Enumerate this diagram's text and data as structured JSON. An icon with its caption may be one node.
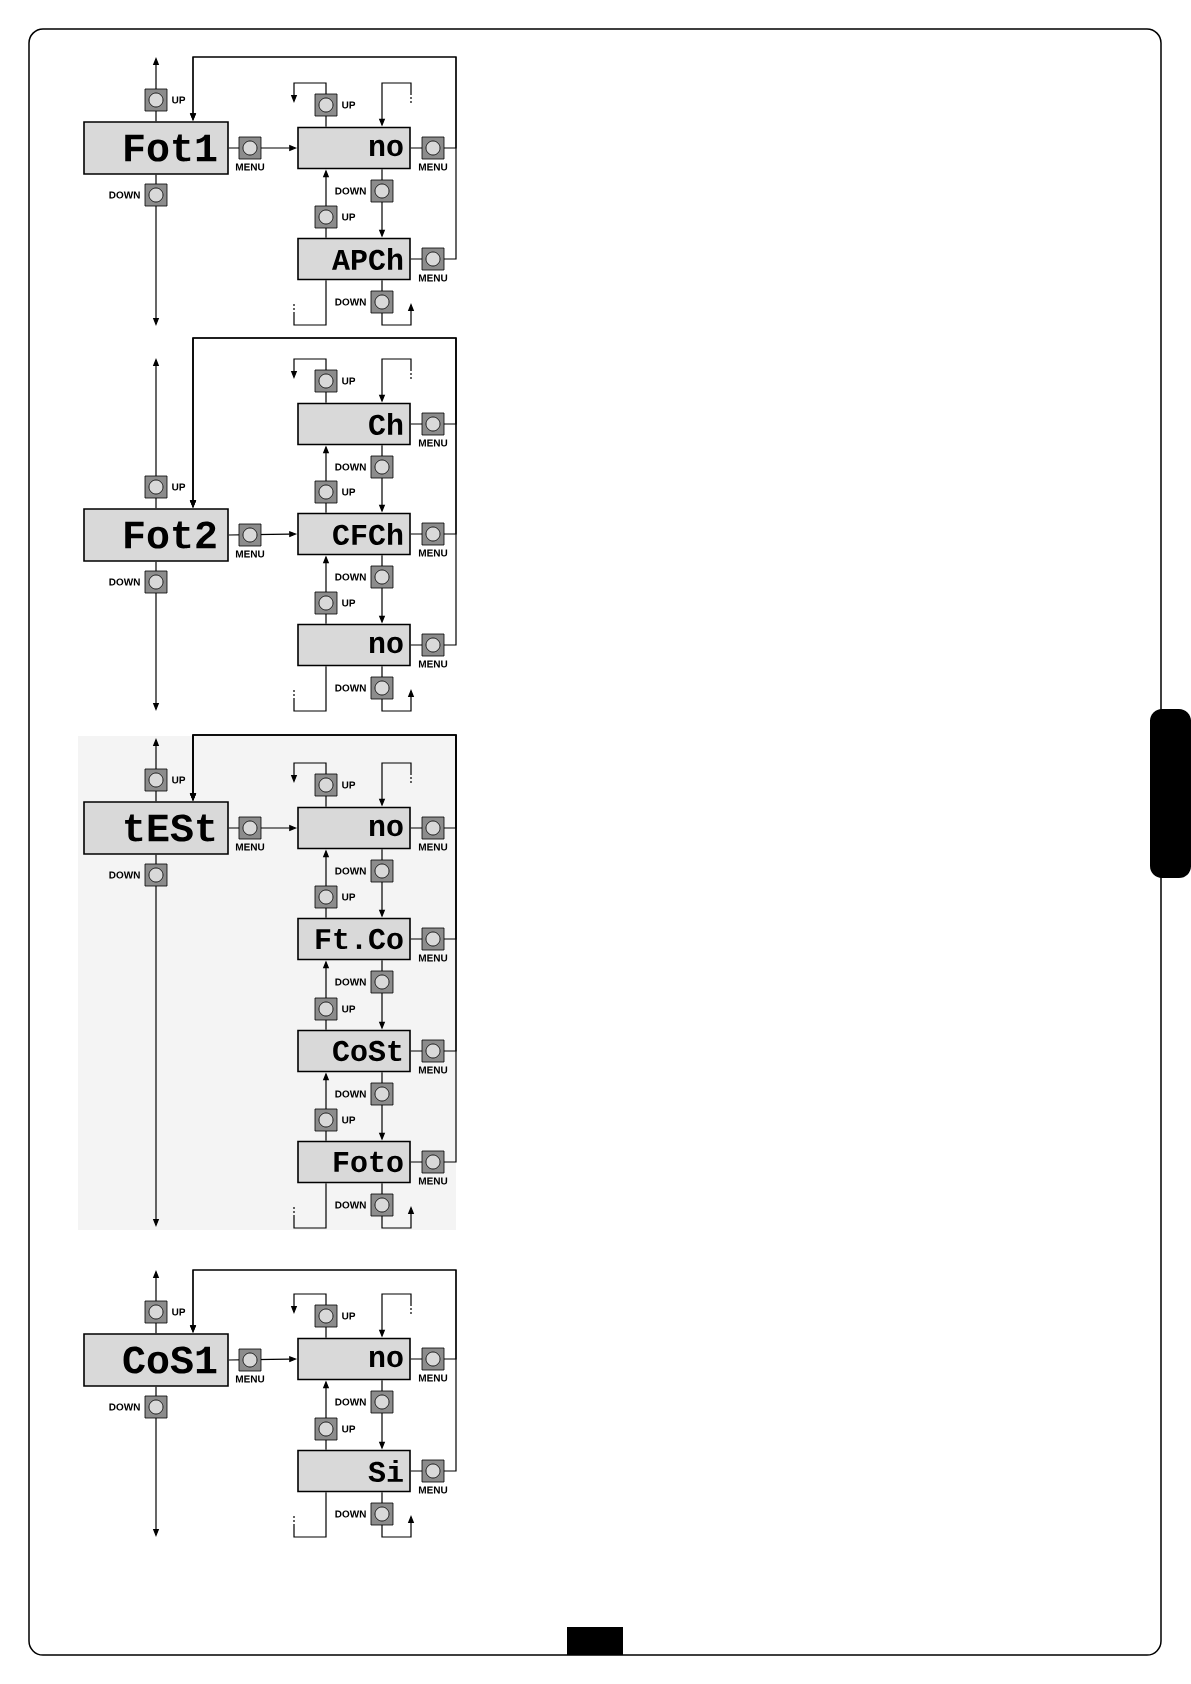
{
  "diagram": {
    "nodes": [
      {
        "text": [
          "Fot1"
        ]
      },
      {
        "text": [
          "no"
        ]
      },
      {
        "text": [
          "APCh"
        ]
      },
      {
        "text": [
          "Fot2"
        ]
      },
      {
        "text": [
          "Ch"
        ]
      },
      {
        "text": [
          "CFCh"
        ]
      },
      {
        "text": [
          "no"
        ]
      },
      {
        "text": [
          "tESt"
        ]
      },
      {
        "text": [
          "no"
        ]
      },
      {
        "text": [
          "Ft.Co"
        ]
      },
      {
        "text": [
          "CoSt"
        ]
      },
      {
        "text": [
          "Foto"
        ]
      },
      {
        "text": [
          "CoS1"
        ]
      },
      {
        "text": [
          "no"
        ]
      },
      {
        "text": [
          "Si"
        ]
      }
    ],
    "edges": [
      {
        "from": 0,
        "to": null,
        "arrow": "to",
        "label": "UP"
      },
      {
        "from": 0,
        "to": null,
        "arrow": "to",
        "label": "DOWN"
      },
      {
        "from": 0,
        "to": 1,
        "arrow": "to",
        "label": "MENU"
      },
      {
        "from": 1,
        "to": 0,
        "arrow": "to",
        "label": "MENU"
      },
      {
        "from": 2,
        "to": 0,
        "arrow": "to",
        "label": "MENU"
      },
      {
        "from": 1,
        "to": 2,
        "arrow": "to",
        "label": "DOWN"
      },
      {
        "from": 2,
        "to": 1,
        "arrow": "to",
        "label": "UP"
      },
      {
        "from": 1,
        "to": null,
        "arrow": "to",
        "label": "UP"
      },
      {
        "from": null,
        "to": 1,
        "arrow": "to"
      },
      {
        "from": 2,
        "to": null,
        "arrow": "to",
        "label": "DOWN"
      },
      {
        "from": 2,
        "to": null,
        "arrow": "none"
      },
      {
        "from": 3,
        "to": null,
        "arrow": "to",
        "label": "UP"
      },
      {
        "from": 3,
        "to": null,
        "arrow": "to",
        "label": "DOWN"
      },
      {
        "from": 3,
        "to": 5,
        "arrow": "to",
        "label": "MENU"
      },
      {
        "from": 4,
        "to": 3,
        "arrow": "to",
        "label": "MENU"
      },
      {
        "from": 5,
        "to": 3,
        "arrow": "to",
        "label": "MENU"
      },
      {
        "from": 6,
        "to": 3,
        "arrow": "to",
        "label": "MENU"
      },
      {
        "from": 4,
        "to": 5,
        "arrow": "to",
        "label": "DOWN"
      },
      {
        "from": 5,
        "to": 4,
        "arrow": "to",
        "label": "UP"
      },
      {
        "from": 5,
        "to": 6,
        "arrow": "to",
        "label": "DOWN"
      },
      {
        "from": 6,
        "to": 5,
        "arrow": "to",
        "label": "UP"
      },
      {
        "from": 4,
        "to": null,
        "arrow": "to",
        "label": "UP"
      },
      {
        "from": null,
        "to": 4,
        "arrow": "to"
      },
      {
        "from": 6,
        "to": null,
        "arrow": "to",
        "label": "DOWN"
      },
      {
        "from": 6,
        "to": null,
        "arrow": "none"
      },
      {
        "from": 7,
        "to": null,
        "arrow": "to",
        "label": "UP"
      },
      {
        "from": 7,
        "to": null,
        "arrow": "to",
        "label": "DOWN"
      },
      {
        "from": 7,
        "to": 8,
        "arrow": "to",
        "label": "MENU"
      },
      {
        "from": 8,
        "to": 7,
        "arrow": "to",
        "label": "MENU"
      },
      {
        "from": 9,
        "to": 7,
        "arrow": "to",
        "label": "MENU"
      },
      {
        "from": 10,
        "to": 7,
        "arrow": "to",
        "label": "MENU"
      },
      {
        "from": 11,
        "to": 7,
        "arrow": "to",
        "label": "MENU"
      },
      {
        "from": 8,
        "to": 9,
        "arrow": "to",
        "label": "DOWN"
      },
      {
        "from": 9,
        "to": 8,
        "arrow": "to",
        "label": "UP"
      },
      {
        "from": 9,
        "to": 10,
        "arrow": "to",
        "label": "DOWN"
      },
      {
        "from": 10,
        "to": 9,
        "arrow": "to",
        "label": "UP"
      },
      {
        "from": 10,
        "to": 11,
        "arrow": "to",
        "label": "DOWN"
      },
      {
        "from": 11,
        "to": 10,
        "arrow": "to",
        "label": "UP"
      },
      {
        "from": 8,
        "to": null,
        "arrow": "to",
        "label": "UP"
      },
      {
        "from": null,
        "to": 8,
        "arrow": "to"
      },
      {
        "from": 11,
        "to": null,
        "arrow": "to",
        "label": "DOWN"
      },
      {
        "from": 11,
        "to": null,
        "arrow": "none"
      },
      {
        "from": 12,
        "to": null,
        "arrow": "to",
        "label": "UP"
      },
      {
        "from": 12,
        "to": null,
        "arrow": "to",
        "label": "DOWN"
      },
      {
        "from": 12,
        "to": 13,
        "arrow": "to",
        "label": "MENU"
      },
      {
        "from": 13,
        "to": 12,
        "arrow": "to",
        "label": "MENU"
      },
      {
        "from": 14,
        "to": 12,
        "arrow": "to",
        "label": "MENU"
      },
      {
        "from": 13,
        "to": 14,
        "arrow": "to",
        "label": "DOWN"
      },
      {
        "from": 14,
        "to": 13,
        "arrow": "to",
        "label": "UP"
      },
      {
        "from": 13,
        "to": null,
        "arrow": "to",
        "label": "UP"
      },
      {
        "from": null,
        "to": 13,
        "arrow": "to"
      },
      {
        "from": 14,
        "to": null,
        "arrow": "to",
        "label": "DOWN"
      },
      {
        "from": 14,
        "to": null,
        "arrow": "none"
      }
    ]
  }
}
